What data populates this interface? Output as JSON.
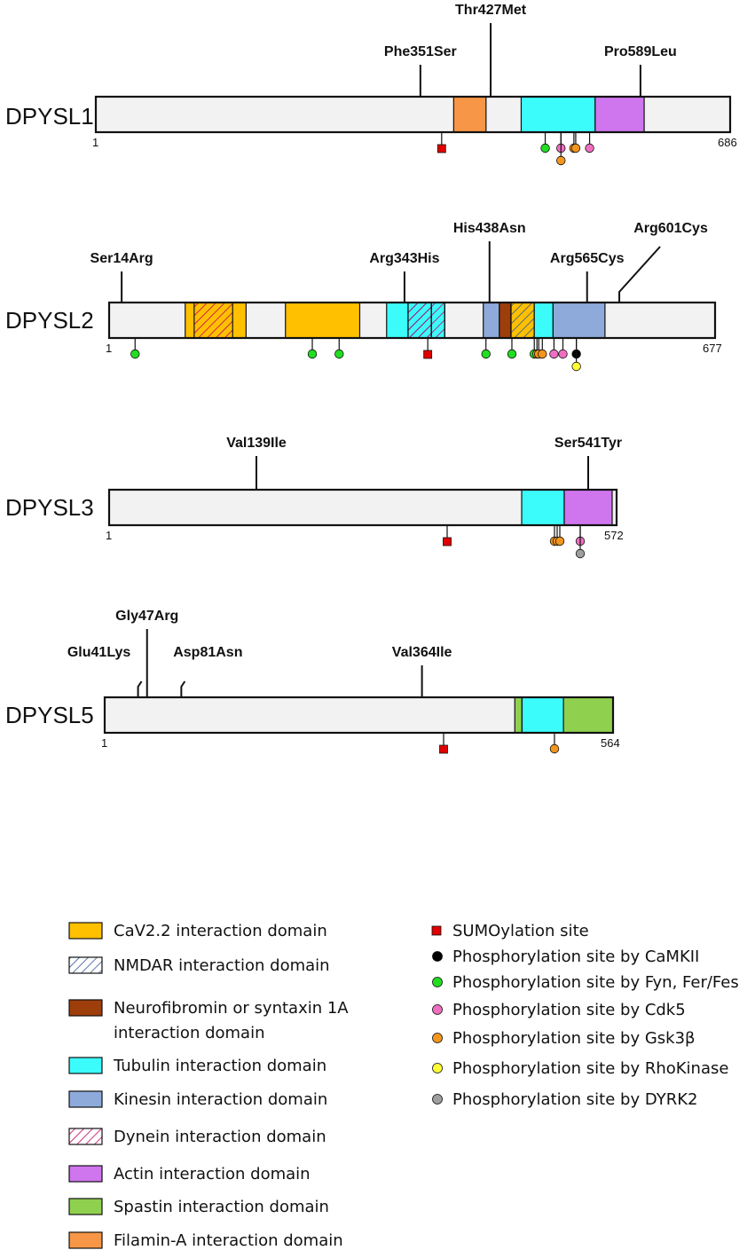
{
  "colors": {
    "background": "#f2f2f2",
    "cav22": "#ffc000",
    "nmdar_stripe": "#2f5597",
    "neurofibromin": "#9e3e0b",
    "tubulin": "#3cfbfb",
    "kinesin": "#8eaadb",
    "dynein_stripe": "#c00060",
    "actin": "#cf75ee",
    "spastin": "#8fd14f",
    "filamin": "#f79646",
    "sumo": "#e00000",
    "camkii": "#000000",
    "fyn": "#22dd22",
    "cdk5": "#ee6fc0",
    "gsk3b": "#f2961e",
    "rhokinase": "#ffff33",
    "dyrk2": "#9e9e9e"
  },
  "proteins": [
    {
      "name": "DPYSL1",
      "start": "1",
      "end": "686",
      "length": 686,
      "domains": [
        {
          "type": "filamin",
          "from": 387,
          "to": 422
        },
        {
          "type": "tubulin",
          "from": 460,
          "to": 540
        },
        {
          "type": "actin",
          "from": 540,
          "to": 593
        }
      ],
      "mutations": [
        {
          "label": "Phe351Ser",
          "pos": 351,
          "tier": 1
        },
        {
          "label": "Thr427Met",
          "pos": 427,
          "tier": 2
        },
        {
          "label": "Pro589Leu",
          "pos": 589,
          "tier": 1
        }
      ],
      "sites": [
        {
          "type": "sumo",
          "pos": 374
        },
        {
          "type": "fyn",
          "pos": 486
        },
        {
          "type": "cdk5",
          "pos": 503
        },
        {
          "type": "gsk3b",
          "pos": 503
        },
        {
          "type": "gsk3b",
          "pos": 517
        },
        {
          "type": "gsk3b",
          "pos": 519
        },
        {
          "type": "cdk5",
          "pos": 534
        }
      ]
    },
    {
      "name": "DPYSL2",
      "start": "1",
      "end": "677",
      "length": 677,
      "domains": [
        {
          "type": "cav22",
          "from": 85,
          "to": 153
        },
        {
          "type": "dynein",
          "from": 95,
          "to": 138
        },
        {
          "type": "cav22",
          "from": 197,
          "to": 280
        },
        {
          "type": "tubulin",
          "from": 310,
          "to": 375
        },
        {
          "type": "nmdar",
          "from": 334,
          "to": 360
        },
        {
          "type": "dynein",
          "from": 334,
          "to": 360
        },
        {
          "type": "dynein",
          "from": 360,
          "to": 375
        },
        {
          "type": "kinesin",
          "from": 418,
          "to": 436
        },
        {
          "type": "neurofibromin",
          "from": 436,
          "to": 449
        },
        {
          "type": "cav22",
          "from": 449,
          "to": 475
        },
        {
          "type": "nmdar",
          "from": 449,
          "to": 475
        },
        {
          "type": "tubulin",
          "from": 475,
          "to": 496
        },
        {
          "type": "kinesin",
          "from": 496,
          "to": 554
        }
      ],
      "mutations": [
        {
          "label": "Ser14Arg",
          "pos": 14,
          "tier": 1
        },
        {
          "label": "Arg343His",
          "pos": 330,
          "tier": 1
        },
        {
          "label": "His438Asn",
          "pos": 425,
          "tier": 2
        },
        {
          "label": "Arg565Cys",
          "pos": 534,
          "tier": 1
        },
        {
          "label": "Arg601Cys",
          "pos": 570,
          "tier": 2,
          "elbow": true
        }
      ],
      "sites": [
        {
          "type": "fyn",
          "pos": 29
        },
        {
          "type": "fyn",
          "pos": 227
        },
        {
          "type": "fyn",
          "pos": 257
        },
        {
          "type": "sumo",
          "pos": 356
        },
        {
          "type": "fyn",
          "pos": 421
        },
        {
          "type": "fyn",
          "pos": 450
        },
        {
          "type": "fyn",
          "pos": 475
        },
        {
          "type": "gsk3b",
          "pos": 478
        },
        {
          "type": "gsk3b",
          "pos": 480
        },
        {
          "type": "gsk3b",
          "pos": 484
        },
        {
          "type": "cdk5",
          "pos": 497
        },
        {
          "type": "cdk5",
          "pos": 507
        },
        {
          "type": "camkii",
          "pos": 522
        },
        {
          "type": "rhokinase",
          "pos": 522
        }
      ]
    },
    {
      "name": "DPYSL3",
      "start": "1",
      "end": "572",
      "length": 572,
      "domains": [
        {
          "type": "tubulin",
          "from": 465,
          "to": 513
        },
        {
          "type": "actin",
          "from": 513,
          "to": 567
        }
      ],
      "mutations": [
        {
          "label": "Val139Ile",
          "pos": 166,
          "tier": 1
        },
        {
          "label": "Ser541Tyr",
          "pos": 540,
          "tier": 1
        }
      ],
      "sites": [
        {
          "type": "sumo",
          "pos": 381
        },
        {
          "type": "gsk3b",
          "pos": 502
        },
        {
          "type": "gsk3b",
          "pos": 505
        },
        {
          "type": "gsk3b",
          "pos": 508
        },
        {
          "type": "cdk5",
          "pos": 531
        },
        {
          "type": "dyrk2",
          "pos": 531
        }
      ]
    },
    {
      "name": "DPYSL5",
      "start": "1",
      "end": "564",
      "length": 564,
      "domains": [
        {
          "type": "spastin",
          "from": 455,
          "to": 463
        },
        {
          "type": "tubulin",
          "from": 463,
          "to": 509
        },
        {
          "type": "spastin",
          "from": 509,
          "to": 564
        }
      ],
      "mutations": [
        {
          "label": "Glu41Lys",
          "pos": 37,
          "tier": 1,
          "elbow": true
        },
        {
          "label": "Gly47Arg",
          "pos": 47,
          "tier": 2
        },
        {
          "label": "Asp81Asn",
          "pos": 85,
          "tier": 1,
          "elbow": true
        },
        {
          "label": "Val364Ile",
          "pos": 352,
          "tier": 1
        }
      ],
      "sites": [
        {
          "type": "sumo",
          "pos": 376
        },
        {
          "type": "gsk3b",
          "pos": 499
        }
      ]
    }
  ],
  "legend_domains": [
    {
      "type": "cav22",
      "label": "CaV2.2 interaction domain"
    },
    {
      "type": "nmdar",
      "label": "NMDAR interaction domain"
    },
    {
      "type": "neurofibromin",
      "label": "Neurofibromin or syntaxin 1A",
      "label2": "interaction domain"
    },
    {
      "type": "tubulin",
      "label": "Tubulin interaction domain"
    },
    {
      "type": "kinesin",
      "label": "Kinesin interaction domain"
    },
    {
      "type": "dynein",
      "label": "Dynein interaction domain"
    },
    {
      "type": "actin",
      "label": "Actin interaction domain"
    },
    {
      "type": "spastin",
      "label": "Spastin interaction domain"
    },
    {
      "type": "filamin",
      "label": "Filamin-A interaction domain"
    }
  ],
  "legend_sites": [
    {
      "type": "sumo",
      "label": "SUMOylation site"
    },
    {
      "type": "camkii",
      "label": "Phosphorylation site by CaMKII"
    },
    {
      "type": "fyn",
      "label": "Phosphorylation site by Fyn, Fer/Fes"
    },
    {
      "type": "cdk5",
      "label": "Phosphorylation site by Cdk5"
    },
    {
      "type": "gsk3b",
      "label": "Phosphorylation site by Gsk3β"
    },
    {
      "type": "rhokinase",
      "label": "Phosphorylation site by RhoKinase"
    },
    {
      "type": "dyrk2",
      "label": "Phosphorylation site by DYRK2"
    }
  ]
}
